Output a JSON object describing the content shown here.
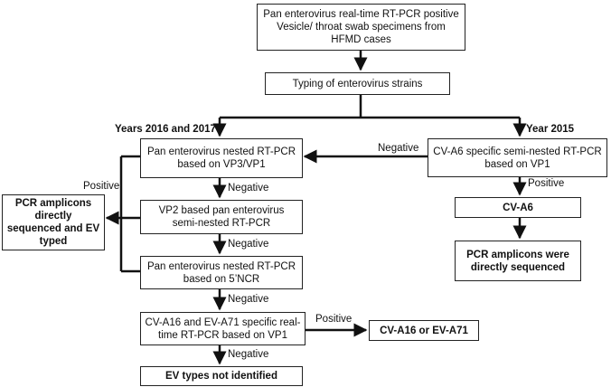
{
  "boxes": {
    "start": "Pan enterovirus real-time RT-PCR positive Vesicle/ throat swab specimens from HFMD cases",
    "typing": "Typing of enterovirus strains",
    "pan_nested": "Pan enterovirus nested RT-PCR based on VP3/VP1",
    "vp2": "VP2 based pan enterovirus semi-nested RT-PCR",
    "ncr": "Pan enterovirus nested RT-PCR based on 5’NCR",
    "a16_a71_pcr": "CV-A16 and EV-A71 specific real-time RT-PCR based on VP1",
    "not_identified": "EV types not identified",
    "sequenced_typed": "PCR amplicons directly sequenced and EV typed",
    "cva6_pcr": "CV-A6 specific semi-nested RT-PCR based on VP1",
    "cva6": "CV-A6",
    "cva6_sequenced": "PCR amplicons were directly sequenced",
    "a16_or_a71": "CV-A16 or EV-A71"
  },
  "labels": {
    "years_2016_2017": "Years 2016 and 2017",
    "year_2015": "Year 2015",
    "negative_cva6": "Negative",
    "positive_left": "Positive",
    "negative_1": "Negative",
    "negative_2": "Negative",
    "negative_3": "Negative",
    "negative_4": "Negative",
    "positive_cva6": "Positive",
    "positive_a16": "Positive"
  }
}
